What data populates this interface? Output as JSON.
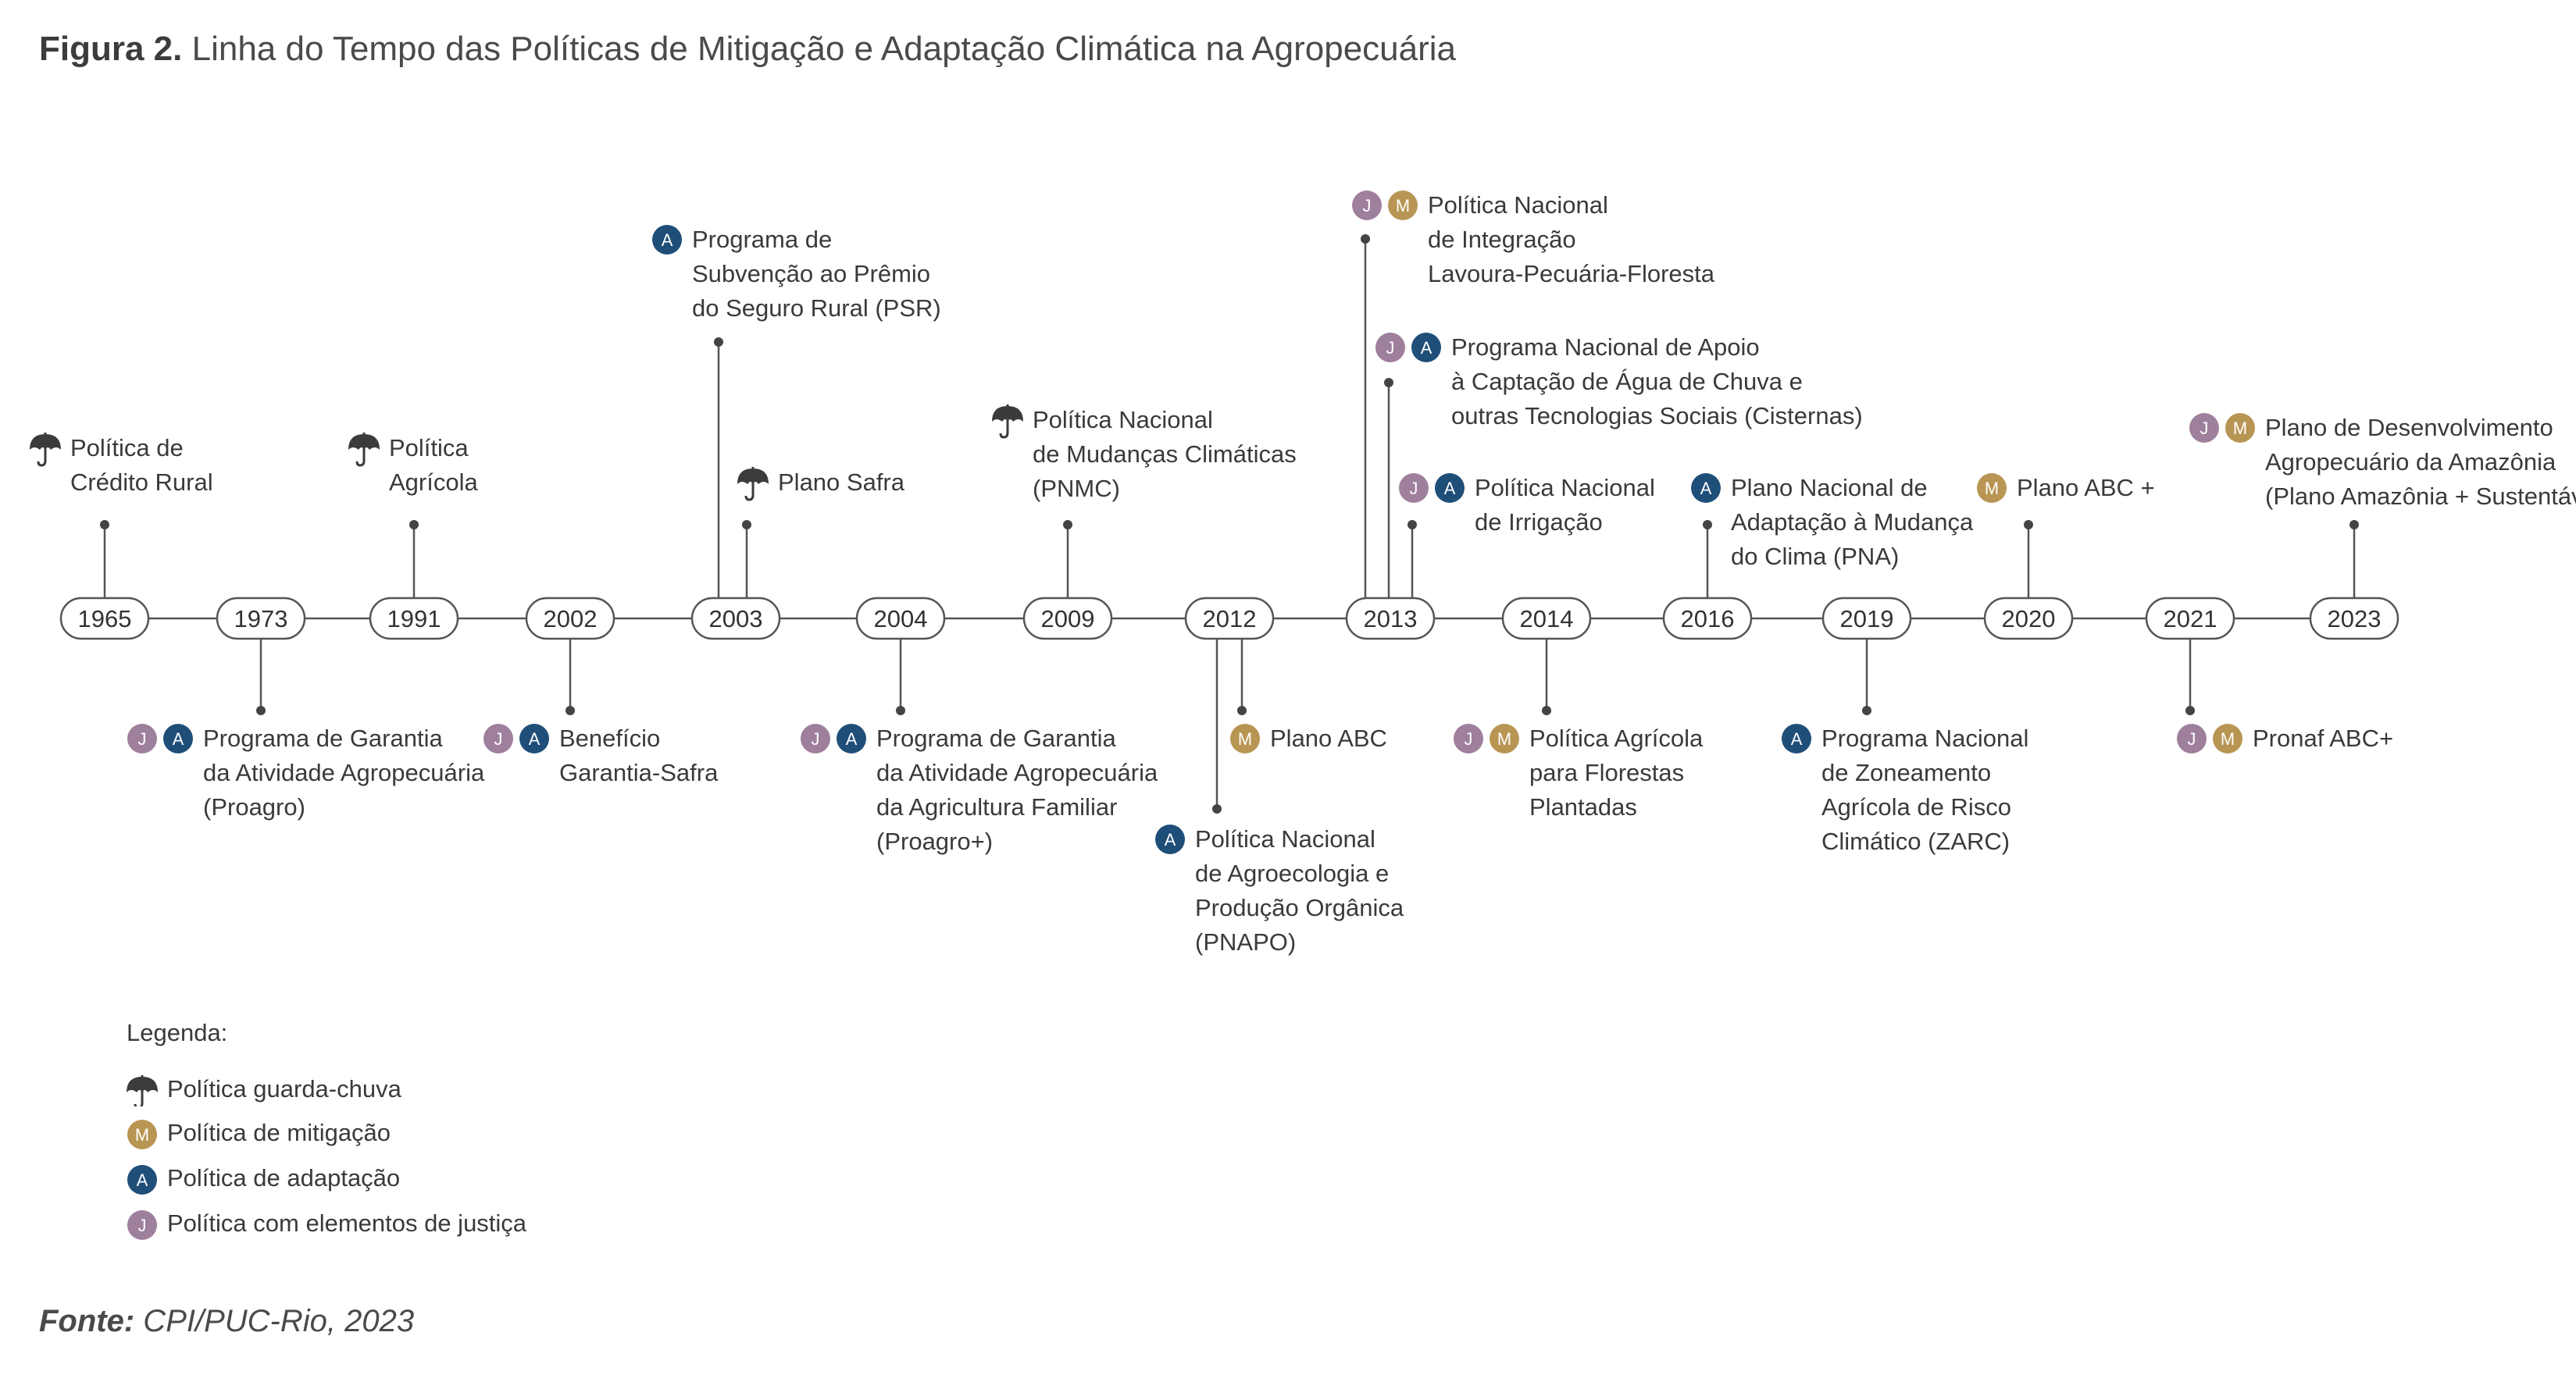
{
  "title": {
    "prefix": "Figura 2.",
    "text": " Linha do Tempo das Políticas de Mitigação e Adaptação Climática na Agropecuária"
  },
  "source": {
    "prefix": "Fonte:",
    "text": " CPI/PUC-Rio, 2023"
  },
  "colors": {
    "umbrella": "#3b3b3b",
    "mitigacao": "#b89553",
    "adaptacao": "#1f4e79",
    "justica": "#9e7f9c",
    "line": "#555555",
    "dot": "#444444"
  },
  "years": [
    "1965",
    "1973",
    "1991",
    "2002",
    "2003",
    "2004",
    "2009",
    "2012",
    "2013",
    "2014",
    "2016",
    "2019",
    "2020",
    "2021",
    "2023"
  ],
  "events": [
    {
      "year": "1965",
      "badges": [
        "umbrella"
      ],
      "lines": [
        "Política de",
        "Crédito Rural"
      ]
    },
    {
      "year": "1973",
      "badges": [
        "J",
        "A"
      ],
      "lines": [
        "Programa de Garantia",
        "da Atividade Agropecuária",
        "(Proagro)"
      ]
    },
    {
      "year": "1991",
      "badges": [
        "umbrella"
      ],
      "lines": [
        "Política",
        "Agrícola"
      ]
    },
    {
      "year": "2002",
      "badges": [
        "J",
        "A"
      ],
      "lines": [
        "Benefício",
        "Garantia-Safra"
      ]
    },
    {
      "year": "2003",
      "badges": [
        "A"
      ],
      "lines": [
        "Programa de",
        "Subvenção ao Prêmio",
        "do Seguro Rural (PSR)"
      ]
    },
    {
      "year": "2003",
      "badges": [
        "umbrella"
      ],
      "lines": [
        "Plano Safra"
      ]
    },
    {
      "year": "2004",
      "badges": [
        "J",
        "A"
      ],
      "lines": [
        "Programa de Garantia",
        "da Atividade Agropecuária",
        "da Agricultura Familiar",
        "(Proagro+)"
      ]
    },
    {
      "year": "2009",
      "badges": [
        "umbrella"
      ],
      "lines": [
        "Política Nacional",
        "de Mudanças Climáticas",
        "(PNMC)"
      ]
    },
    {
      "year": "2012",
      "badges": [
        "M"
      ],
      "lines": [
        "Plano ABC"
      ]
    },
    {
      "year": "2012",
      "badges": [
        "A"
      ],
      "lines": [
        "Política Nacional",
        "de Agroecologia e",
        "Produção Orgânica",
        "(PNAPO)"
      ]
    },
    {
      "year": "2013",
      "badges": [
        "J",
        "M"
      ],
      "lines": [
        "Política Nacional",
        "de Integração",
        "Lavoura-Pecuária-Floresta"
      ]
    },
    {
      "year": "2013",
      "badges": [
        "J",
        "A"
      ],
      "lines": [
        "Programa Nacional de Apoio",
        "à Captação de Água de Chuva e",
        "outras Tecnologias Sociais (Cisternas)"
      ]
    },
    {
      "year": "2013",
      "badges": [
        "J",
        "A"
      ],
      "lines": [
        "Política Nacional",
        "de Irrigação"
      ]
    },
    {
      "year": "2014",
      "badges": [
        "J",
        "M"
      ],
      "lines": [
        "Política Agrícola",
        "para Florestas",
        "Plantadas"
      ]
    },
    {
      "year": "2016",
      "badges": [
        "A"
      ],
      "lines": [
        "Plano Nacional de",
        "Adaptação à Mudança",
        "do Clima (PNA)"
      ]
    },
    {
      "year": "2019",
      "badges": [
        "A"
      ],
      "lines": [
        "Programa Nacional",
        "de Zoneamento",
        "Agrícola de Risco",
        "Climático (ZARC)"
      ]
    },
    {
      "year": "2020",
      "badges": [
        "M"
      ],
      "lines": [
        "Plano ABC +"
      ]
    },
    {
      "year": "2021",
      "badges": [
        "J",
        "M"
      ],
      "lines": [
        "Pronaf ABC+"
      ]
    },
    {
      "year": "2023",
      "badges": [
        "J",
        "M"
      ],
      "lines": [
        "Plano de Desenvolvimento",
        "Agropecuário da Amazônia",
        "(Plano Amazônia + Sustentável)"
      ]
    }
  ],
  "legend": {
    "title": "Legenda:",
    "items": [
      {
        "icon": "umbrella",
        "label": "Política guarda-chuva"
      },
      {
        "icon": "M",
        "label": "Política de mitigação"
      },
      {
        "icon": "A",
        "label": "Política de adaptação"
      },
      {
        "icon": "J",
        "label": "Política com elementos de justiça"
      }
    ]
  }
}
